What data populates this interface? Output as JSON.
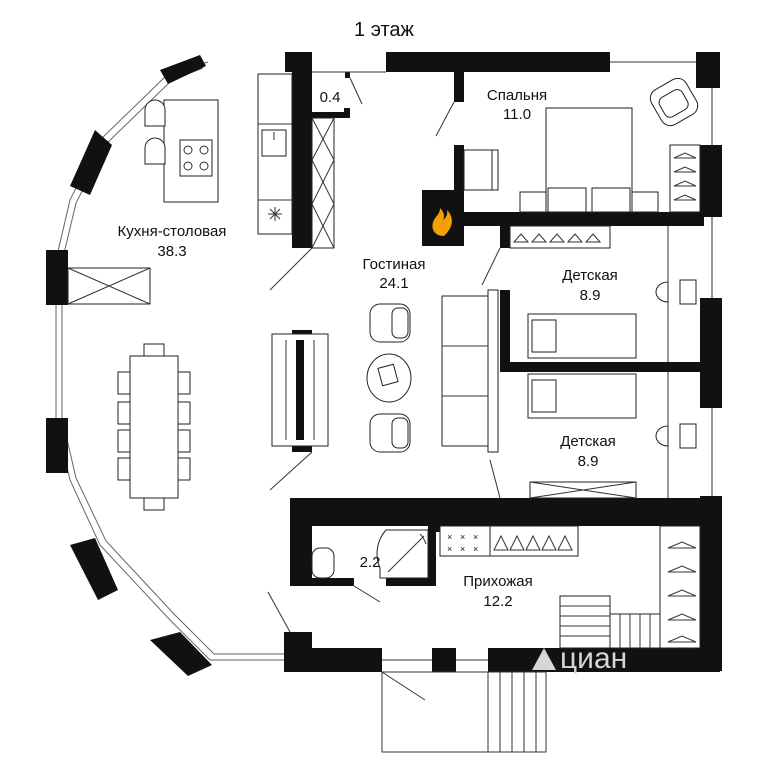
{
  "title": "1 этаж",
  "rooms": [
    {
      "name": "Кухня-столовая",
      "area": "38.3"
    },
    {
      "name": "Гостиная",
      "area": "24.1"
    },
    {
      "name": "Спальня",
      "area": "11.0"
    },
    {
      "name": "Детская",
      "area": "8.9"
    },
    {
      "name": "Детская",
      "area": "8.9"
    },
    {
      "name": "Прихожая",
      "area": "12.2"
    }
  ],
  "closet_area": "0.4",
  "bath_area": "2.2",
  "watermark": "циан",
  "colors": {
    "wall": "#111111",
    "fire": "#f5a000",
    "watermark": "#d6d6d6"
  }
}
